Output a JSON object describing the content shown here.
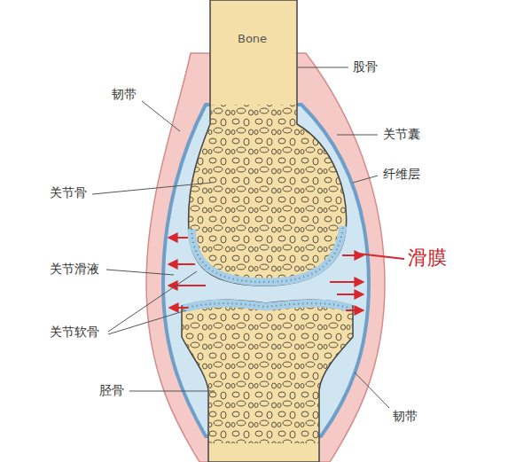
{
  "diagram": {
    "labels": [
      "Bone",
      "股骨",
      "韧带",
      "关节囊",
      "纤维层",
      "关节骨",
      "滑膜",
      "关节滑液",
      "关节软骨",
      "胫骨",
      "韧带"
    ]
  }
}
